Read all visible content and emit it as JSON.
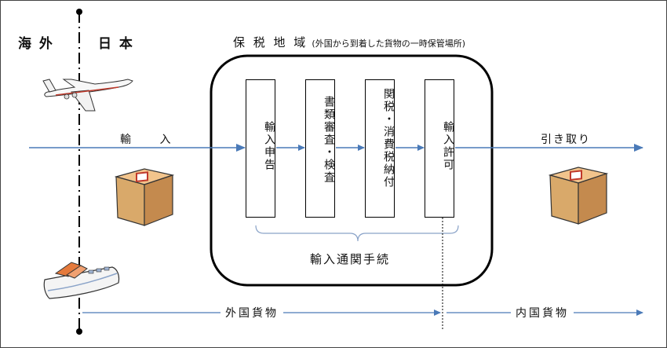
{
  "regions": {
    "overseas": "海 外",
    "japan": "日 本"
  },
  "bonded_area": {
    "title": "保 税 地 域",
    "subtitle": "(外国から到着した貨物の一時保管場所)"
  },
  "flow": {
    "import_label": "輸　 入",
    "pickup_label": "引き取り"
  },
  "steps": [
    {
      "label": "輸入申告"
    },
    {
      "label": "書類審査・検査"
    },
    {
      "label": "関税・消費税納付"
    },
    {
      "label": "輸入許可"
    }
  ],
  "procedure_label": "輸入通関手続",
  "cargo": {
    "foreign": "外国貨物",
    "domestic": "内国貨物"
  },
  "colors": {
    "arrow": "#4a7ab8",
    "box": "#d9a96a"
  },
  "icons": [
    "airplane-icon",
    "ship-icon",
    "cargo-box-icon"
  ]
}
